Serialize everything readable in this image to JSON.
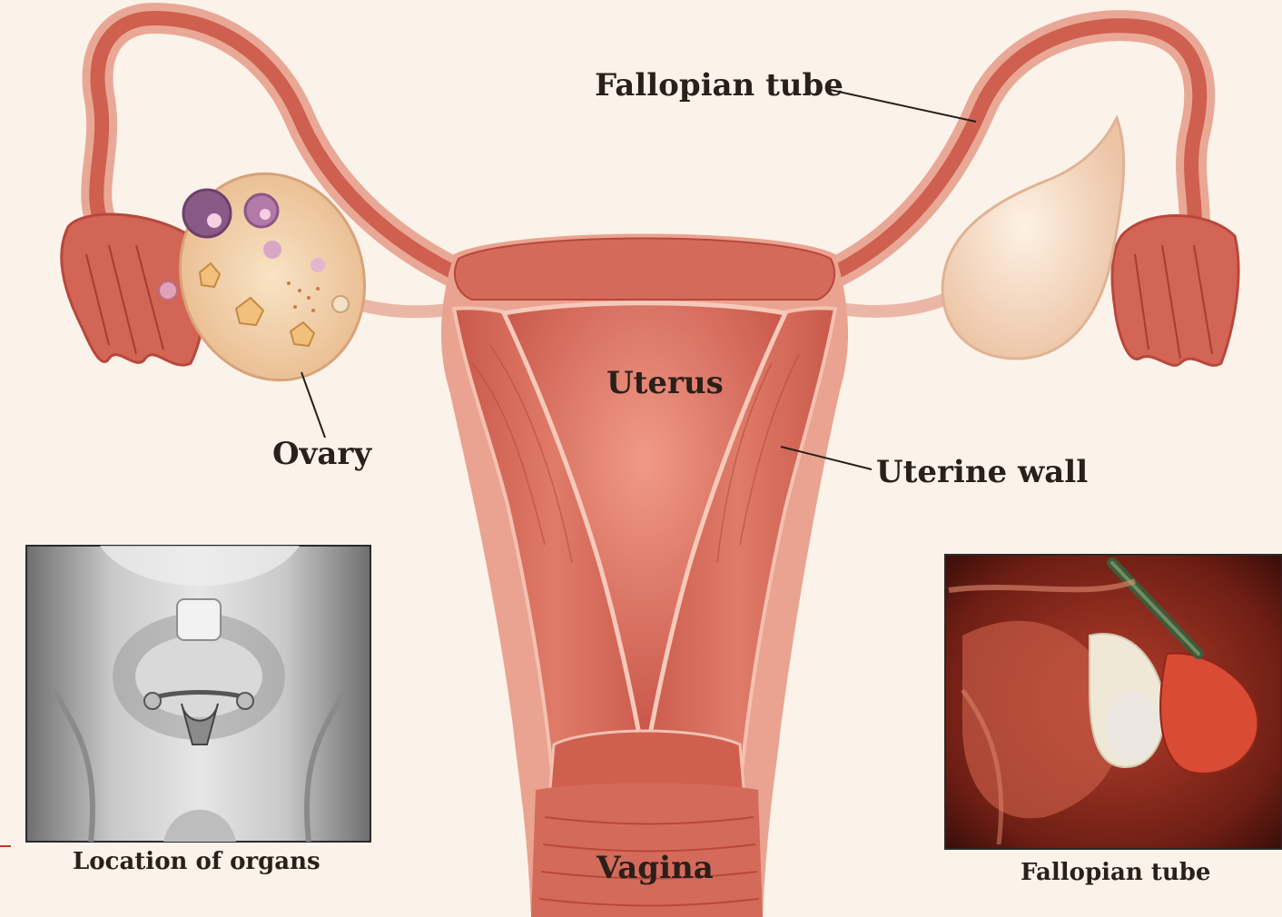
{
  "labels": {
    "fallopian_tube": "Fallopian tube",
    "ovary": "Ovary",
    "uterus": "Uterus",
    "uterine_wall": "Uterine wall",
    "vagina": "Vagina"
  },
  "insets": {
    "location_caption": "Location of organs",
    "photo_caption": "Fallopian tube"
  },
  "colors": {
    "background": "#fbf3ea",
    "tissue": "#d86a5a",
    "tissue_dark": "#b8473c",
    "tissue_light": "#eea897",
    "ovary": "#f3d9b4",
    "ovary_right": "#f7e4cf"
  }
}
